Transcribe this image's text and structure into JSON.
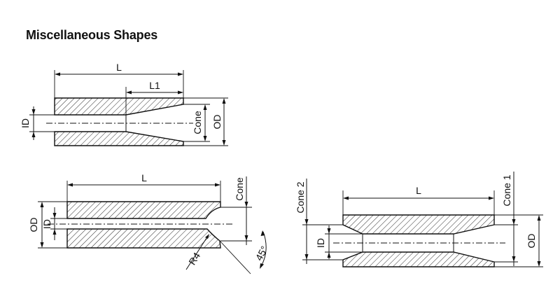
{
  "title": "Miscellaneous Shapes",
  "shape1": {
    "length": "L",
    "cone_length": "L1",
    "inner_diameter": "ID",
    "cone": "Cone",
    "outer_diameter": "OD"
  },
  "shape2": {
    "length": "L",
    "cone": "Cone",
    "outer_diameter": "OD",
    "inner_diameter": "ID",
    "radius": "R4",
    "angle": "45°"
  },
  "shape3": {
    "length": "L",
    "cone_left": "Cone 2",
    "cone_right": "Cone 1",
    "inner_diameter": "ID",
    "outer_diameter": "OD"
  },
  "colors": {
    "ink": "#111111",
    "background": "#ffffff"
  }
}
